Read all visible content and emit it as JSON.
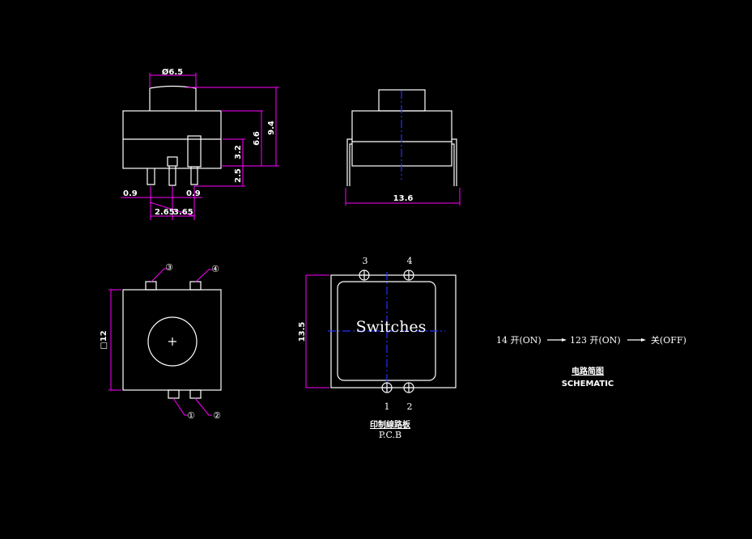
{
  "side_view": {
    "dim_cap_diameter": "Ø6.5",
    "dim_total_height": "9.4",
    "dim_body_height": "6.6",
    "dim_upper": "3.2",
    "dim_pin_length": "2.5",
    "dim_pin_left": "0.9",
    "dim_pin_right": "0.9",
    "dim_pitch_a": "2.65",
    "dim_pitch_b": "3.65"
  },
  "front_view": {
    "dim_width": "13.6"
  },
  "bottom_view": {
    "dim_square": "□12",
    "pin_labels": [
      "①",
      "②",
      "③",
      "④"
    ]
  },
  "pcb": {
    "dim_height": "13.5",
    "text": "Switches",
    "pins_top": [
      "3",
      "4"
    ],
    "pins_bottom": [
      "1",
      "2"
    ],
    "title_cn": "印制線路板",
    "title_en": "P.C.B"
  },
  "schematic": {
    "state1": "14 开(ON)",
    "state2": "123 开(ON)",
    "state3": "关(OFF)",
    "title_cn": "电路简图",
    "title_en": "SCHEMATIC"
  },
  "colors": {
    "background": "#000000",
    "outline": "#ffffff",
    "dimension": "#ff00ff",
    "centerline": "#2233ff"
  }
}
